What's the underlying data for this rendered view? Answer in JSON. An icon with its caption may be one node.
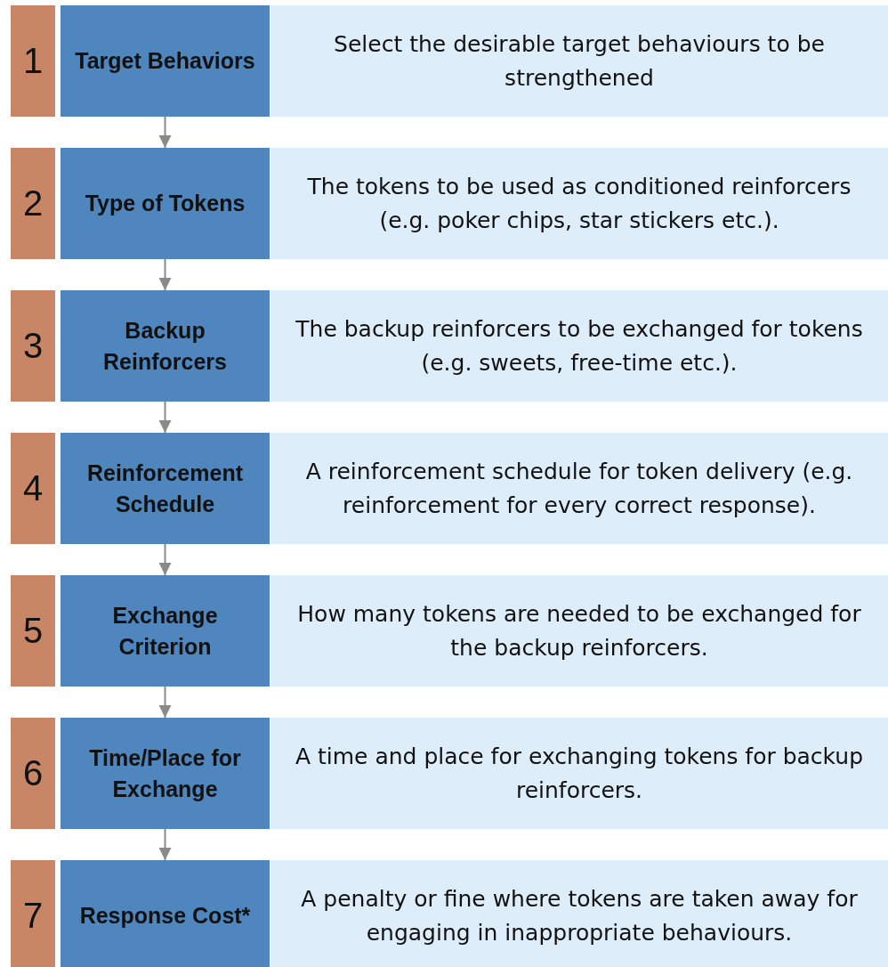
{
  "diagram": {
    "nodes": [
      {
        "text": [
          "1"
        ]
      },
      {
        "text": [
          "Target Behaviors"
        ]
      },
      {
        "text": [
          "Select the desirable target behaviours to be strengthened"
        ]
      },
      {
        "text": [
          "2"
        ]
      },
      {
        "text": [
          "Type of Tokens"
        ]
      },
      {
        "text": [
          "The tokens to be used as conditioned reinforcers (e.g. poker chips, star stickers etc.)."
        ]
      },
      {
        "text": [
          "3"
        ]
      },
      {
        "text": [
          "Backup Reinforcers"
        ]
      },
      {
        "text": [
          "The backup reinforcers to be exchanged for tokens (e.g. sweets, free-time etc.)."
        ]
      },
      {
        "text": [
          "4"
        ]
      },
      {
        "text": [
          "Reinforcement Schedule"
        ]
      },
      {
        "text": [
          "A reinforcement schedule for token delivery (e.g. reinforcement for every correct response)."
        ]
      },
      {
        "text": [
          "5"
        ]
      },
      {
        "text": [
          "Exchange Criterion"
        ]
      },
      {
        "text": [
          "How many tokens are needed to be exchanged for the backup reinforcers."
        ]
      },
      {
        "text": [
          "6"
        ]
      },
      {
        "text": [
          "Time/Place for Exchange"
        ]
      },
      {
        "text": [
          "A time and place for exchanging tokens for backup reinforcers."
        ]
      },
      {
        "text": [
          "7"
        ]
      },
      {
        "text": [
          "Response Cost*"
        ]
      },
      {
        "text": [
          "A penalty or fine where tokens are taken away for engaging in inappropriate behaviours."
        ]
      }
    ],
    "edges": [
      {
        "from": 1,
        "to": 4,
        "arrow": "to"
      },
      {
        "from": 4,
        "to": 7,
        "arrow": "to"
      },
      {
        "from": 7,
        "to": 10,
        "arrow": "to"
      },
      {
        "from": 10,
        "to": 13,
        "arrow": "to"
      },
      {
        "from": 13,
        "to": 16,
        "arrow": "to"
      },
      {
        "from": 16,
        "to": 19,
        "arrow": "to"
      }
    ]
  }
}
